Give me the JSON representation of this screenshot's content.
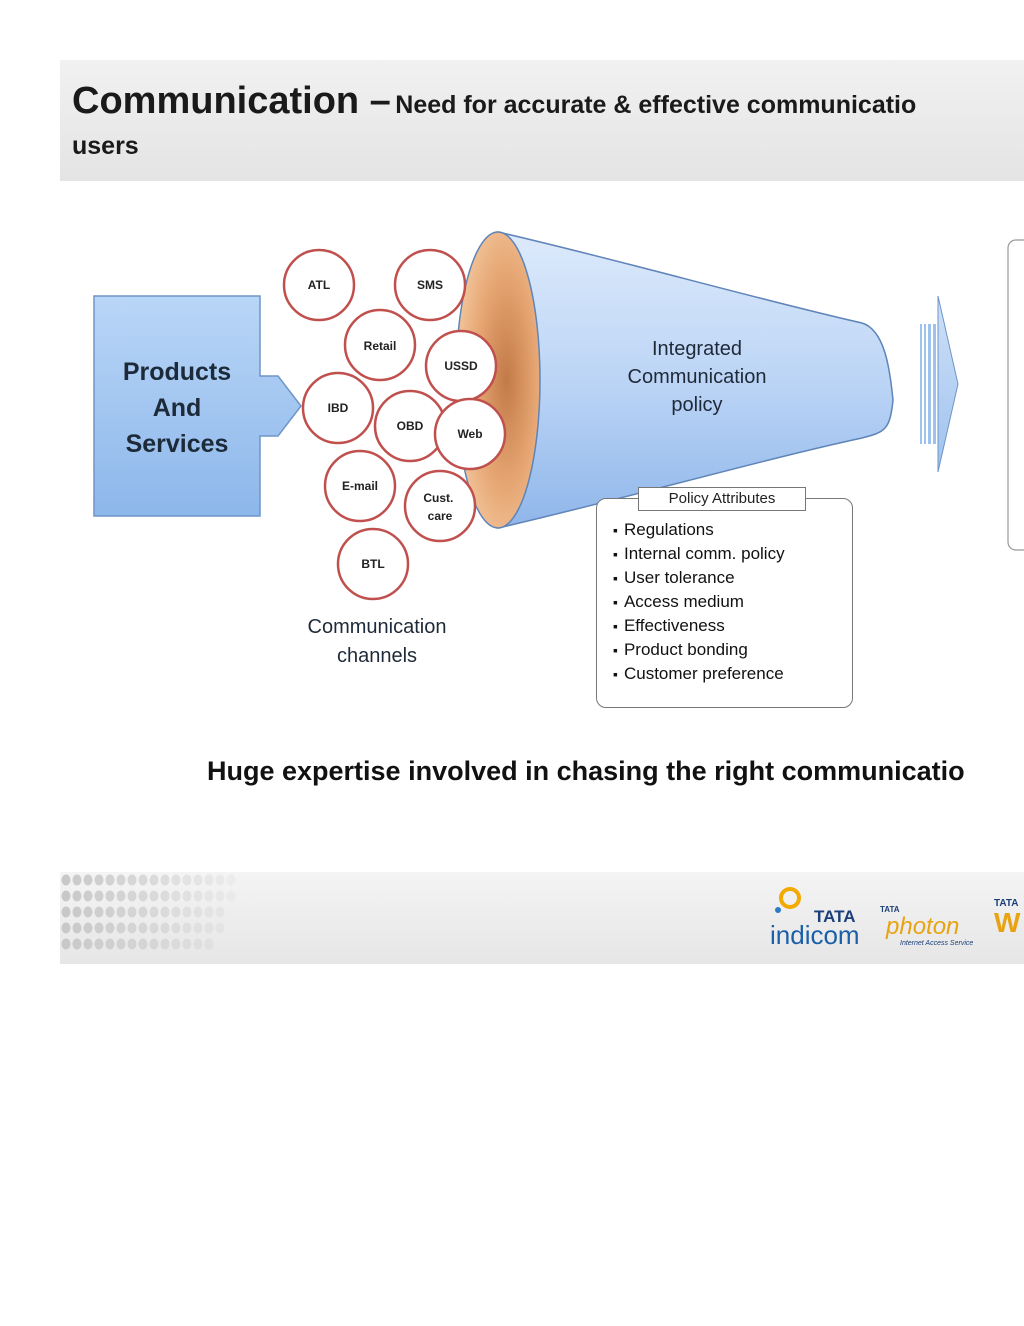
{
  "title": {
    "main": "Communication –",
    "sub": "Need for accurate & effective communicatio",
    "line2": "users"
  },
  "diagram": {
    "products_box": {
      "lines": [
        "Products",
        "And",
        "Services"
      ]
    },
    "channels": [
      {
        "id": "atl",
        "label": "ATL"
      },
      {
        "id": "sms",
        "label": "SMS"
      },
      {
        "id": "retail",
        "label": "Retail"
      },
      {
        "id": "ussd",
        "label": "USSD"
      },
      {
        "id": "ibd",
        "label": "IBD"
      },
      {
        "id": "obd",
        "label": "OBD"
      },
      {
        "id": "web",
        "label": "Web"
      },
      {
        "id": "email",
        "label": "E-mail"
      },
      {
        "id": "custcare",
        "label": "Cust.\ncare"
      },
      {
        "id": "btl",
        "label": "BTL"
      }
    ],
    "channels_caption": [
      "Communication",
      "channels"
    ],
    "funnel_label": [
      "Integrated",
      "Communication",
      "policy"
    ],
    "policy_attributes": {
      "title": "Policy Attributes",
      "items": [
        "Regulations",
        "Internal comm. policy",
        "User tolerance",
        "Access medium",
        "Effectiveness",
        "Product bonding",
        "Customer preference"
      ]
    },
    "colors": {
      "circle_stroke": "#c0504d",
      "box_fill": "#9ec3f0",
      "funnel_fill": "#b7d3f7",
      "funnel_mouth": "#e3a06c"
    }
  },
  "tagline": "Huge expertise involved in chasing the right communicatio",
  "footer": {
    "logos": [
      {
        "id": "tata-indicom",
        "brand": "TATA",
        "name": "indicom"
      },
      {
        "id": "tata-photon",
        "brand": "TATA",
        "name": "photon",
        "tagline": "Internet Access Service"
      },
      {
        "id": "tata-w",
        "brand": "TATA",
        "name": "W"
      }
    ]
  }
}
